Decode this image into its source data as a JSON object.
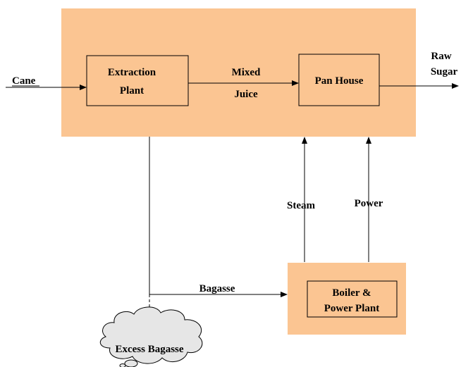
{
  "diagram": {
    "labels": {
      "cane": "Cane",
      "raw_sugar_line1": "Raw",
      "raw_sugar_line2": "Sugar",
      "mixed": "Mixed",
      "juice": "Juice",
      "steam": "Steam",
      "power": "Power",
      "bagasse": "Bagasse",
      "excess_bagasse": "Excess Bagasse"
    },
    "boxes": {
      "extraction_line1": "Extraction",
      "extraction_line2": "Plant",
      "pan_house": "Pan House",
      "boiler_line1": "Boiler &",
      "boiler_line2": "Power Plant"
    }
  },
  "colors": {
    "panel": "#fbc592",
    "stroke": "#000000",
    "cloud": "#e6e6e6"
  }
}
